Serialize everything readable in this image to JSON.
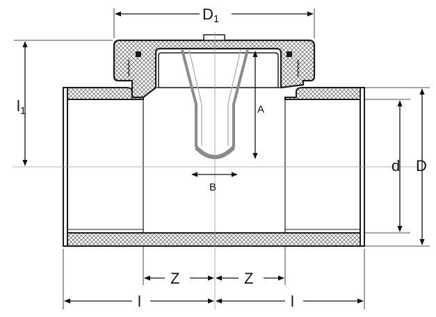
{
  "labels": {
    "D1_main": "D",
    "D1_sub": "1",
    "l1_main": "l",
    "l1_sub": "1",
    "A": "A",
    "B": "B",
    "d": "d",
    "D": "D",
    "Z_left": "Z",
    "Z_right": "Z",
    "l_left": "l",
    "l_right": "l"
  },
  "colors": {
    "outline": "#1a1a1a",
    "hatch": "#6e6e6e",
    "inner_body": "#8a8a8a",
    "dimension": "#111111",
    "centerline": "#9a9a9a"
  }
}
